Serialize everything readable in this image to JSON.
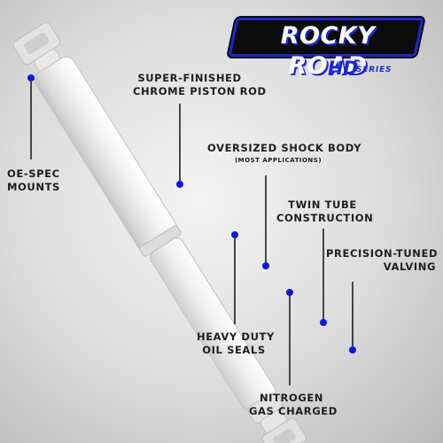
{
  "brand": {
    "logo_text": "ROCKY ROAD",
    "hd_text": "HD",
    "series_text": "SERIES",
    "accent_color": "#1c27d6"
  },
  "callouts": {
    "oe_spec_mounts": {
      "lines": [
        "OE-SPEC",
        "MOUNTS"
      ]
    },
    "piston_rod": {
      "lines": [
        "SUPER-FINISHED",
        "CHROME PISTON ROD"
      ]
    },
    "shock_body": {
      "lines": [
        "OVERSIZED SHOCK BODY"
      ],
      "sub": "(MOST APPLICATIONS)"
    },
    "twin_tube": {
      "lines": [
        "TWIN TUBE",
        "CONSTRUCTION"
      ]
    },
    "valving": {
      "lines": [
        "PRECISION-TUNED",
        "VALVING"
      ]
    },
    "oil_seals": {
      "lines": [
        "HEAVY DUTY",
        "OIL SEALS"
      ]
    },
    "nitrogen": {
      "lines": [
        "NITROGEN",
        "GAS CHARGED"
      ]
    }
  },
  "colors": {
    "dot": "#1016e0",
    "shock_body": "#ececec",
    "label_text": "#1e1e1e"
  }
}
